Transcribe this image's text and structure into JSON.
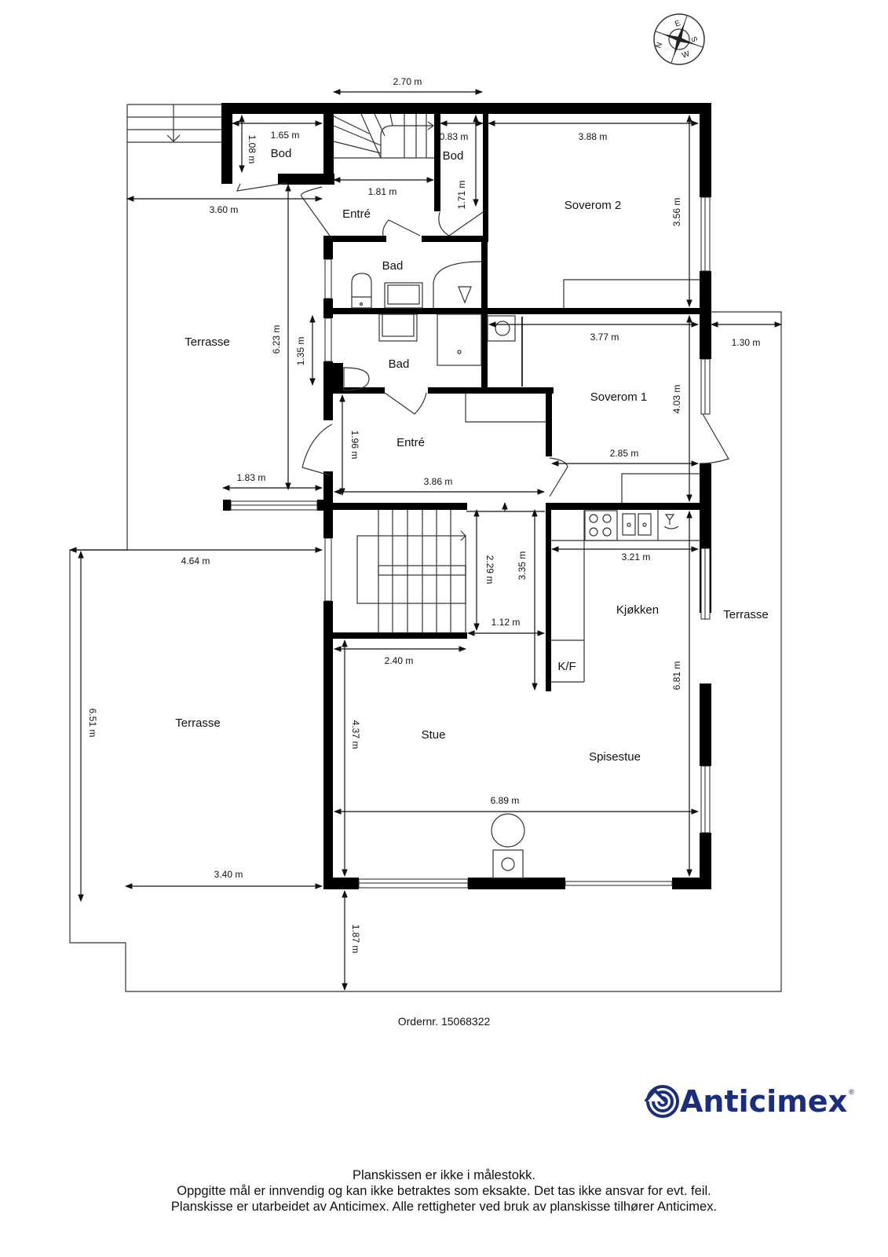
{
  "compass": {
    "labels": [
      "N",
      "E",
      "S",
      "W"
    ]
  },
  "rooms": {
    "bod_left": "Bod",
    "bod_right": "Bod",
    "entre_top": "Entré",
    "bad_top": "Bad",
    "bad_bottom": "Bad",
    "entre_mid": "Entré",
    "soverom2": "Soverom 2",
    "soverom1": "Soverom 1",
    "kjokken": "Kjøkken",
    "kf": "K/F",
    "stue": "Stue",
    "spisestue": "Spisestue",
    "terrasse_upper_left": "Terrasse",
    "terrasse_lower_left": "Terrasse",
    "terrasse_right": "Terrasse"
  },
  "dimensions": {
    "d_2_70": "2.70 m",
    "d_1_65": "1.65 m",
    "d_1_08": "1.08 m",
    "d_0_83": "0.83 m",
    "d_3_88": "3.88 m",
    "d_1_81": "1.81 m",
    "d_1_71": "1.71 m",
    "d_3_60": "3.60 m",
    "d_3_56": "3.56 m",
    "d_6_23": "6.23 m",
    "d_1_35": "1.35 m",
    "d_3_77": "3.77 m",
    "d_1_30": "1.30 m",
    "d_4_03": "4.03 m",
    "d_1_96": "1.96 m",
    "d_2_85": "2.85 m",
    "d_1_83": "1.83 m",
    "d_3_86": "3.86 m",
    "d_4_64": "4.64 m",
    "d_2_29": "2.29 m",
    "d_3_35": "3.35 m",
    "d_3_21": "3.21 m",
    "d_1_12": "1.12 m",
    "d_2_40": "2.40 m",
    "d_6_51": "6.51 m",
    "d_4_37": "4.37 m",
    "d_6_81": "6.81 m",
    "d_6_89": "6.89 m",
    "d_3_40": "3.40 m",
    "d_1_87": "1.87 m"
  },
  "footer": {
    "order": "Ordernr. 15068322",
    "brand": "Anticimex",
    "brand_reg": "®",
    "brand_color": "#1a2d7e",
    "disclaimer": [
      "Planskissen er ikke i målestokk.",
      "Oppgitte mål er innvendig og kan ikke betraktes som eksakte. Det tas ikke ansvar for evt. feil.",
      "Planskisse er utarbeidet av Anticimex. Alle rettigheter ved bruk av planskisse tilhører Anticimex."
    ]
  }
}
